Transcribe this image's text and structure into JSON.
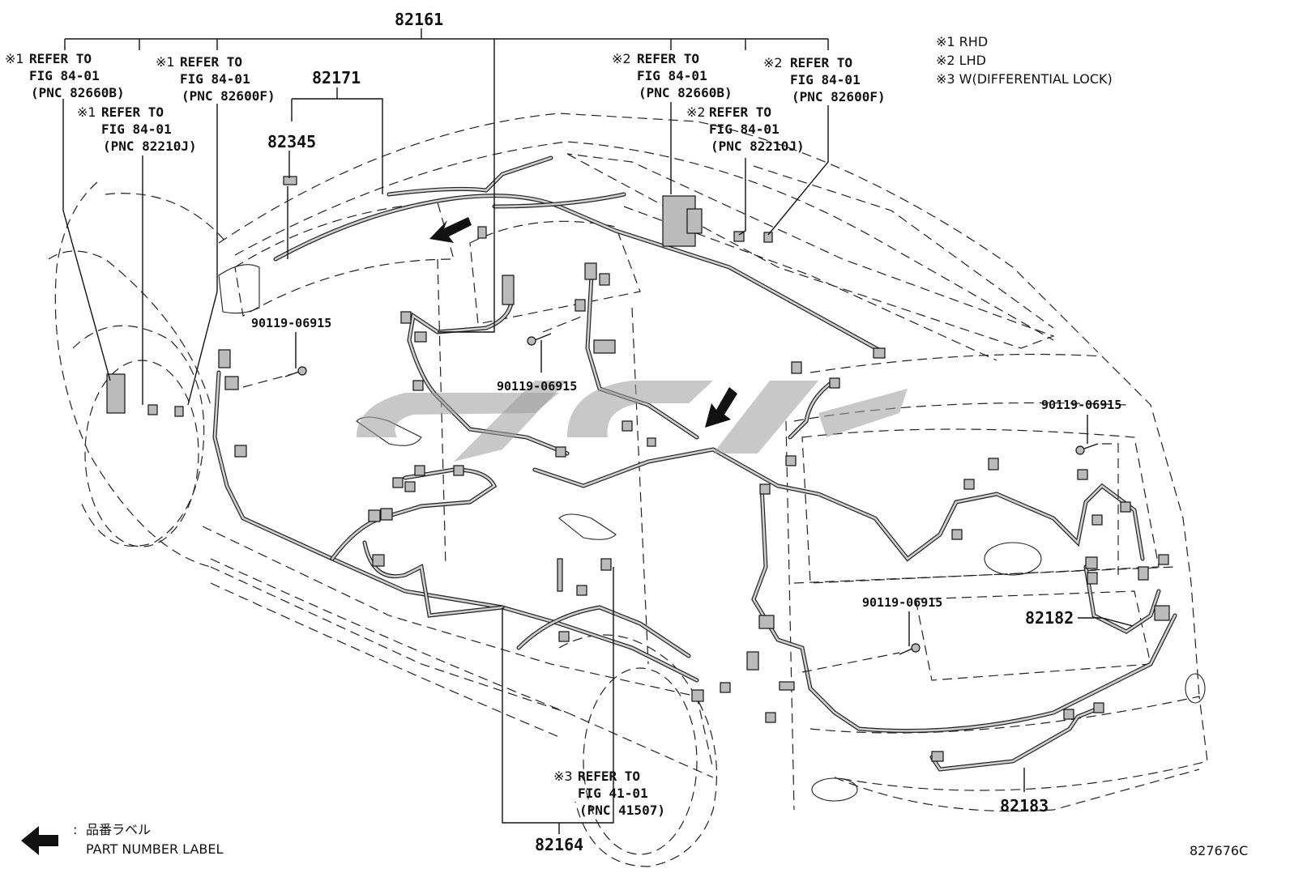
{
  "legend": {
    "note1": "※1 RHD",
    "note2": "※2 LHD",
    "note3": "※3 W(DIFFERENTIAL LOCK)"
  },
  "parts": {
    "p82161": "82161",
    "p82171": "82171",
    "p82345": "82345",
    "p82164": "82164",
    "p82182": "82182",
    "p82183": "82183"
  },
  "bolts": {
    "b1": "90119-06915",
    "b2": "90119-06915",
    "b3": "90119-06915",
    "b4": "90119-06915"
  },
  "refs": [
    {
      "mark": "※1",
      "l1": "REFER TO",
      "l2": "FIG 84-01",
      "l3": "(PNC 82660B)"
    },
    {
      "mark": "※1",
      "l1": "REFER TO",
      "l2": "FIG 84-01",
      "l3": "(PNC 82600F)"
    },
    {
      "mark": "※1",
      "l1": "REFER TO",
      "l2": "FIG 84-01",
      "l3": "(PNC 82210J)"
    },
    {
      "mark": "※2",
      "l1": "REFER TO",
      "l2": "FIG 84-01",
      "l3": "(PNC 82660B)"
    },
    {
      "mark": "※2",
      "l1": "REFER TO",
      "l2": "FIG 84-01",
      "l3": "(PNC 82600F)"
    },
    {
      "mark": "※2",
      "l1": "REFER TO",
      "l2": "FIG 84-01",
      "l3": "(PNC 82210J)"
    },
    {
      "mark": "※3",
      "l1": "REFER TO",
      "l2": "FIG 41-01",
      "l3": "(PNC 41507)"
    }
  ],
  "label_key": {
    "jp": "品番ラベル",
    "en": "PART NUMBER LABEL"
  },
  "figure_id": "827676C"
}
